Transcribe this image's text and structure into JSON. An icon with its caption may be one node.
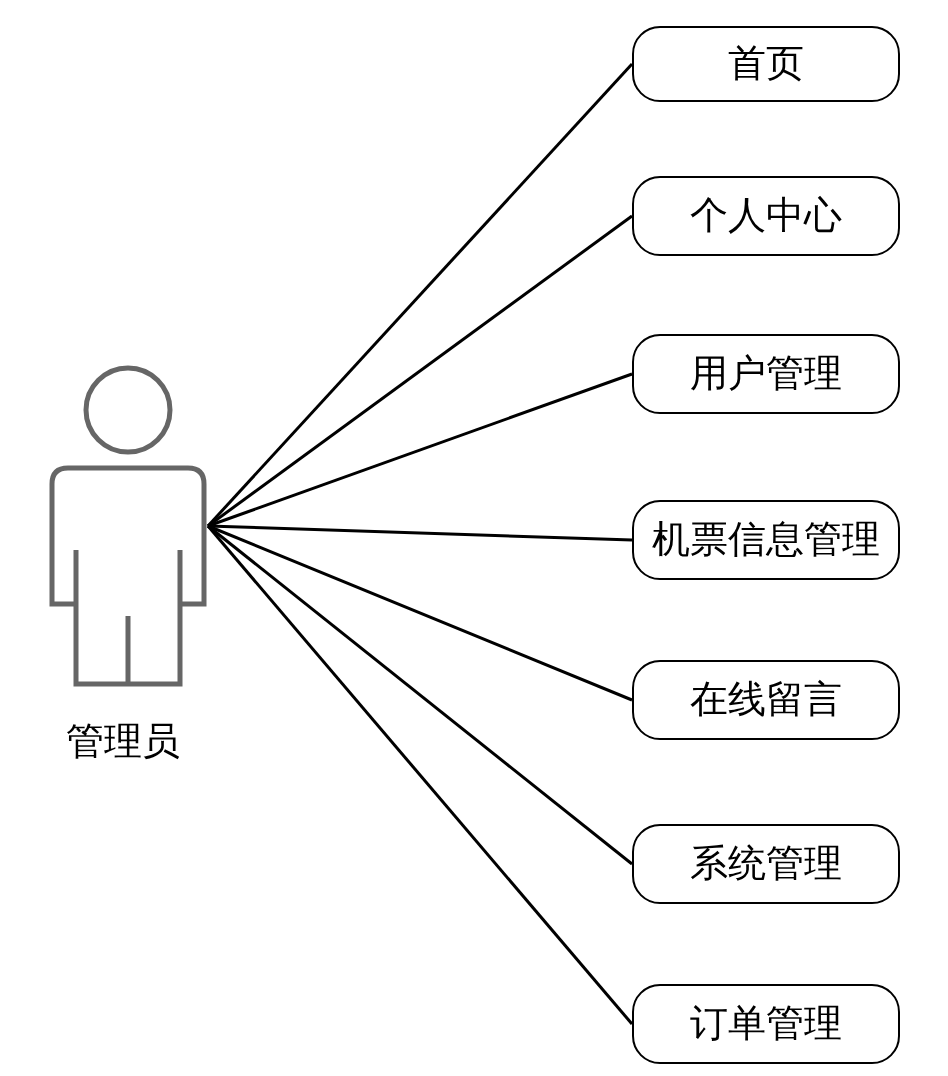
{
  "diagram": {
    "nodes": [
      {
        "text": [
          "管理员"
        ]
      },
      {
        "text": [
          "首页"
        ]
      },
      {
        "text": [
          "个人中心"
        ]
      },
      {
        "text": [
          "用户管理"
        ]
      },
      {
        "text": [
          "机票信息管理"
        ]
      },
      {
        "text": [
          "在线留言"
        ]
      },
      {
        "text": [
          "系统管理"
        ]
      },
      {
        "text": [
          "订单管理"
        ]
      }
    ],
    "edges": [
      {
        "from": 0,
        "to": 1,
        "arrow": "none"
      },
      {
        "from": 0,
        "to": 2,
        "arrow": "none"
      },
      {
        "from": 0,
        "to": 3,
        "arrow": "none"
      },
      {
        "from": 0,
        "to": 4,
        "arrow": "none"
      },
      {
        "from": 0,
        "to": 5,
        "arrow": "none"
      },
      {
        "from": 0,
        "to": 6,
        "arrow": "none"
      },
      {
        "from": 0,
        "to": 7,
        "arrow": "none"
      }
    ]
  }
}
